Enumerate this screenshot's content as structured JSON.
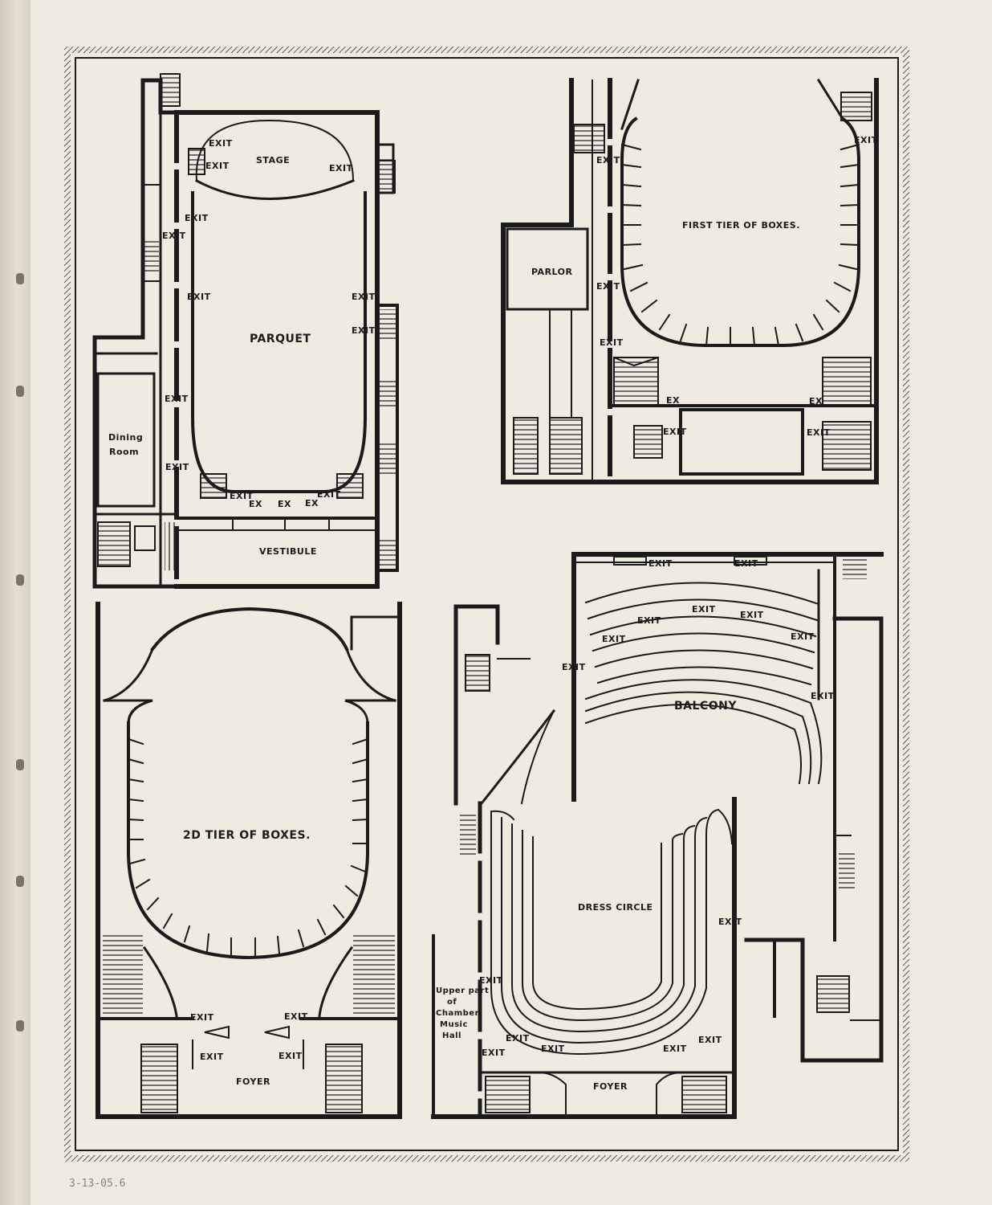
{
  "marginalia": {
    "pencil_note": "3-13-05.6"
  },
  "plans": {
    "parquet_floor": {
      "title": "PARQUET",
      "rooms": {
        "stage": "STAGE",
        "vestibule": "VESTIBULE",
        "dining_room_line1": "Dining",
        "dining_room_line2": "Room"
      },
      "exit": "EXIT",
      "ex": "EX"
    },
    "first_tier": {
      "title": "FIRST TIER OF BOXES.",
      "rooms": {
        "parlor": "PARLOR"
      },
      "exit": "EXIT",
      "ex": "EX"
    },
    "second_tier": {
      "title": "2D TIER OF BOXES.",
      "rooms": {
        "foyer": "FOYER"
      },
      "exit": "EXIT"
    },
    "balcony_dress_circle": {
      "balcony_title": "BALCONY",
      "dress_circle_title": "DRESS CIRCLE",
      "rooms": {
        "foyer": "FOYER",
        "chamber_line1": "Upper part",
        "chamber_line2": "of",
        "chamber_line3": "Chamber",
        "chamber_line4": "Music",
        "chamber_line5": "Hall"
      },
      "exit": "EXIT"
    }
  },
  "colors": {
    "paper": "#efebe1",
    "ink": "#1b1b1b"
  }
}
